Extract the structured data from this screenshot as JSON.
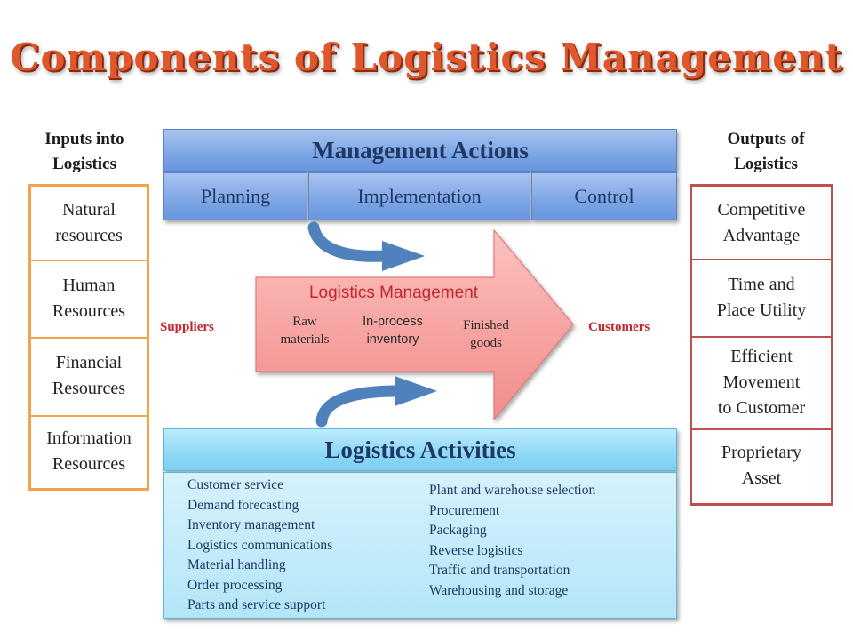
{
  "title": "Components of Logistics Management",
  "inputs": {
    "heading": [
      "Inputs into",
      "Logistics"
    ],
    "items": [
      [
        "Natural",
        "resources"
      ],
      [
        "Human",
        "Resources"
      ],
      [
        "Financial",
        "Resources"
      ],
      [
        "Information",
        "Resources"
      ]
    ]
  },
  "outputs": {
    "heading": [
      "Outputs of",
      "Logistics"
    ],
    "items": [
      [
        "Competitive",
        "Advantage"
      ],
      [
        "Time and",
        "Place Utility"
      ],
      [
        "Efficient",
        "Movement",
        "to Customer"
      ],
      [
        "Proprietary",
        "Asset"
      ]
    ]
  },
  "management_actions": {
    "header": "Management Actions",
    "cells": [
      "Planning",
      "Implementation",
      "Control"
    ]
  },
  "logistics_management": {
    "title": "Logistics Management",
    "suppliers": "Suppliers",
    "customers": "Customers",
    "stages": [
      [
        "Raw",
        "materials"
      ],
      [
        "In-process",
        "inventory"
      ],
      [
        "Finished",
        "goods"
      ]
    ]
  },
  "logistics_activities": {
    "header": "Logistics Activities",
    "left": [
      "Customer service",
      "Demand forecasting",
      "Inventory management",
      "Logistics communications",
      "Material handling",
      "Order processing",
      "Parts and service support"
    ],
    "right": [
      "Plant and warehouse selection",
      "Procurement",
      "Packaging",
      "Reverse logistics",
      "Traffic and transportation",
      "Warehousing and storage"
    ]
  },
  "colors": {
    "title": "#e0572b",
    "inputs_border": "#f2a34b",
    "outputs_border": "#c0504d",
    "management_fill": "#7da5e4",
    "activities_fill": "#8ed8f5",
    "arrow_fill": "#f7a6a4",
    "curved_arrows": "#4f81bd",
    "label_red": "#c0282d"
  }
}
